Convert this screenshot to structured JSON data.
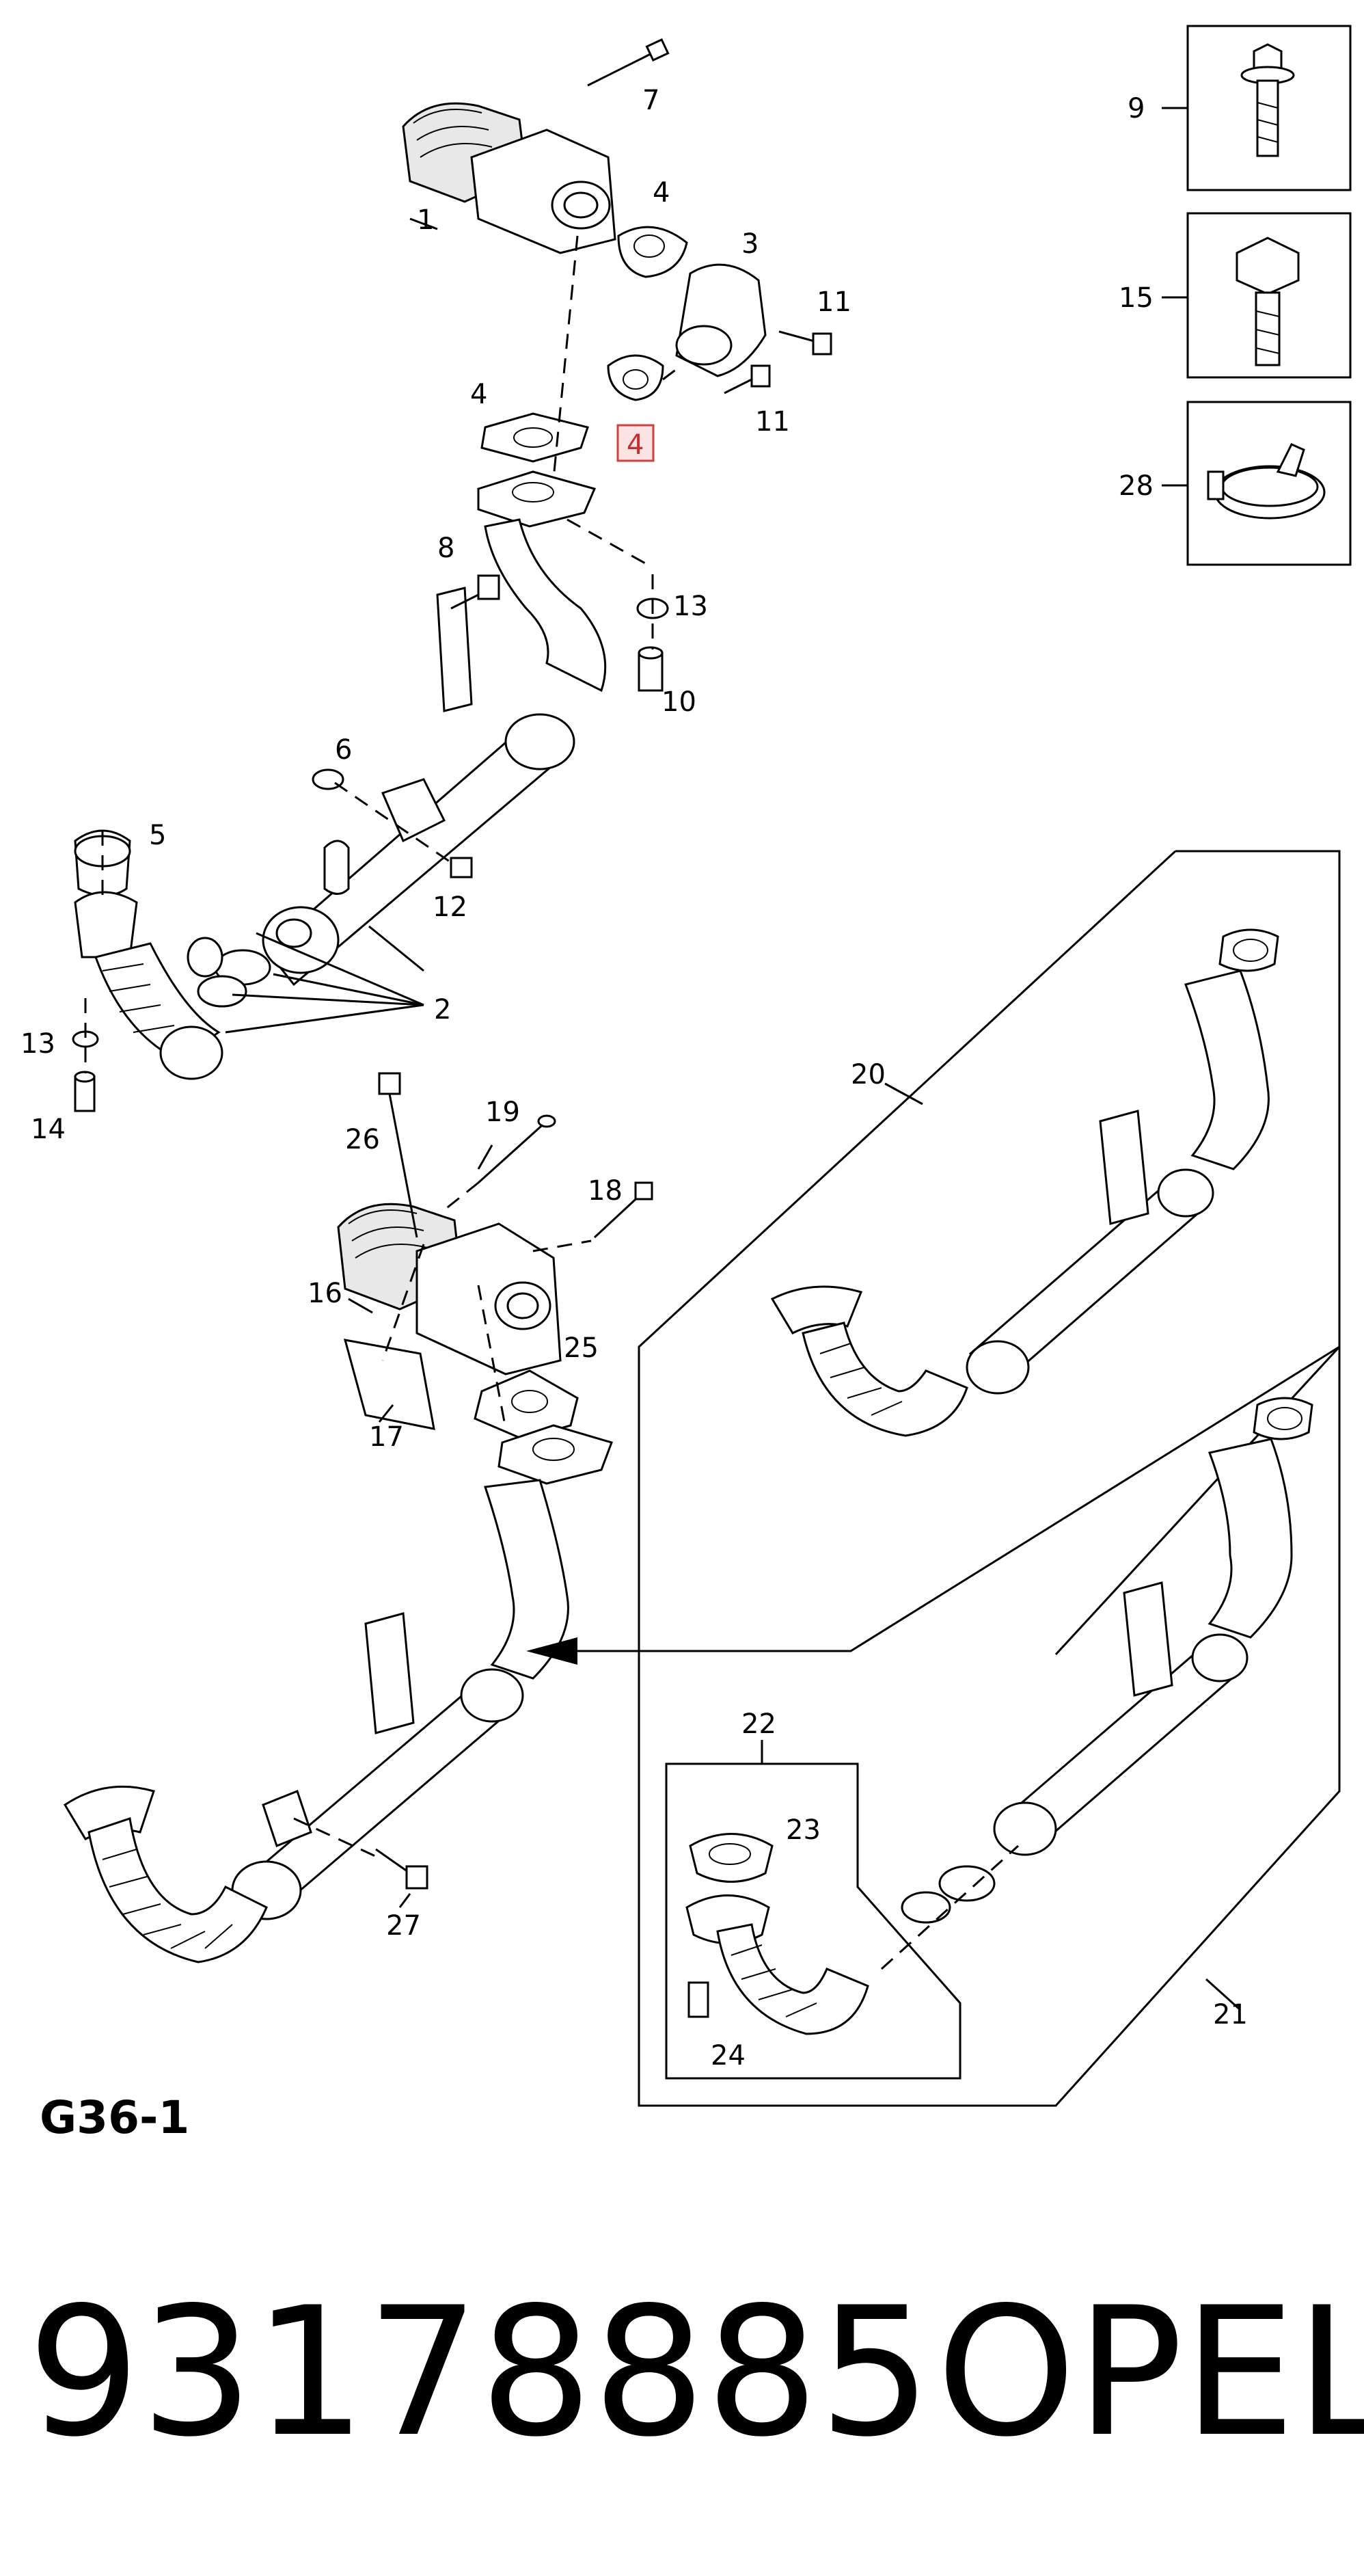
{
  "diagram": {
    "figure_code": "G36-1",
    "part_number": "93178885",
    "brand": "OPEL",
    "highlight_label": "4",
    "callouts": {
      "c1": "1",
      "c2": "2",
      "c3": "3",
      "c4a": "4",
      "c4b": "4",
      "c5": "5",
      "c6": "6",
      "c7": "7",
      "c8": "8",
      "c9": "9",
      "c10": "10",
      "c11a": "11",
      "c11b": "11",
      "c12": "12",
      "c13a": "13",
      "c13b": "13",
      "c14": "14",
      "c15": "15",
      "c16": "16",
      "c17": "17",
      "c18": "18",
      "c19": "19",
      "c20": "20",
      "c21": "21",
      "c22": "22",
      "c23": "23",
      "c24": "24",
      "c25": "25",
      "c26": "26",
      "c27": "27",
      "c28": "28"
    }
  }
}
